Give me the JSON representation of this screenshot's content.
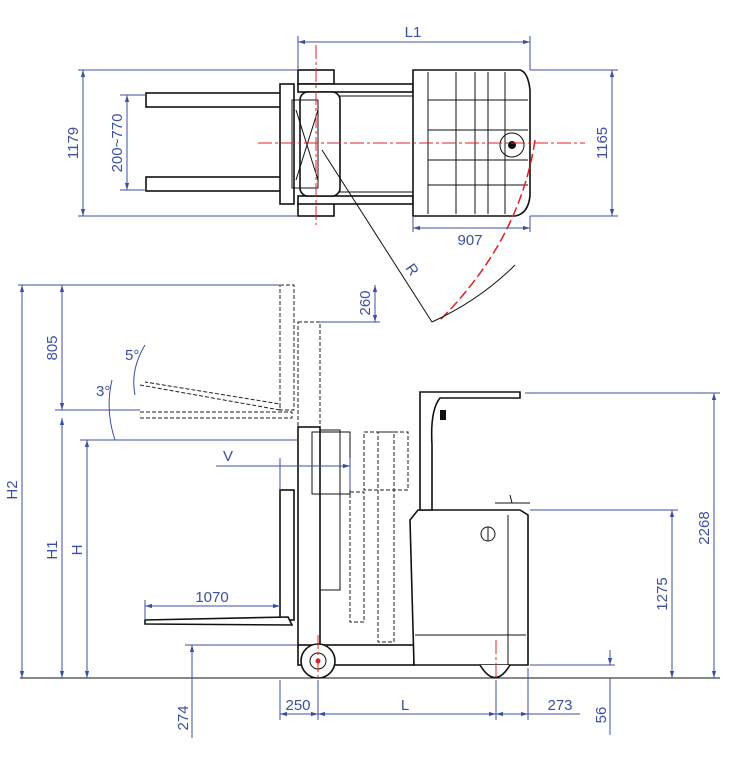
{
  "title": "Reach truck dimension drawing",
  "colors": {
    "dimension": "#3b4fa3",
    "centerline": "#e02020",
    "outline": "#111111"
  },
  "top_view": {
    "L1": "L1",
    "overall_width": "1179",
    "fork_spread": "200~770",
    "chassis_width": "1165",
    "rear_length": "907",
    "turning_radius": "R"
  },
  "side_view": {
    "fork_top_offset": "260",
    "mast_lift_extra": "805",
    "tilt_back": "5°",
    "tilt_forward": "3°",
    "reach": "V",
    "H2": "H2",
    "H1": "H1",
    "H": "H",
    "overhead_guard_height": "2268",
    "platform_height": "1275",
    "fork_length": "1070",
    "ground_clearance": "274",
    "front_overhang": "250",
    "wheelbase": "L",
    "rear_overhang": "273",
    "floor_clearance": "56"
  }
}
